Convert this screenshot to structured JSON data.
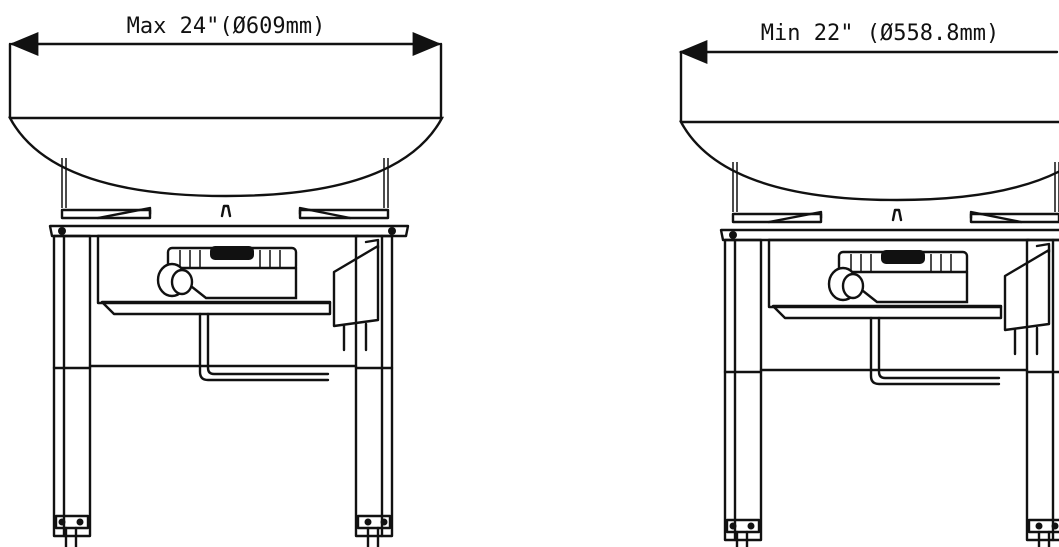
{
  "views": [
    {
      "id": "max",
      "dimension_label": "Max 24\"(Ø609mm)",
      "bowl_edge": "left-curve"
    },
    {
      "id": "min",
      "dimension_label": "Min 22\" (Ø558.8mm)",
      "bowl_edge": "left-curve"
    }
  ],
  "colors": {
    "line": "#111111",
    "background": "#ffffff"
  },
  "icons": {
    "dimension_arrow": "double-arrow-icon"
  }
}
